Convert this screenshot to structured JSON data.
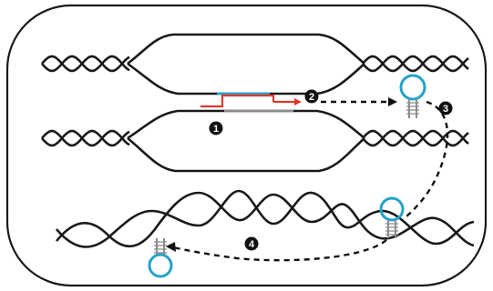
{
  "colors": {
    "background": "#ffffff",
    "ink": "#1a1a1a",
    "red_strand": "#e0392b",
    "blue_strand": "#25a3c9",
    "gray_strand": "#8c8c8c",
    "marker_fill": "#111111",
    "marker_text": "#ffffff"
  },
  "step_markers": [
    {
      "id": "1",
      "label": "1"
    },
    {
      "id": "2",
      "label": "2"
    },
    {
      "id": "3",
      "label": "3"
    },
    {
      "id": "4",
      "label": "4"
    }
  ]
}
